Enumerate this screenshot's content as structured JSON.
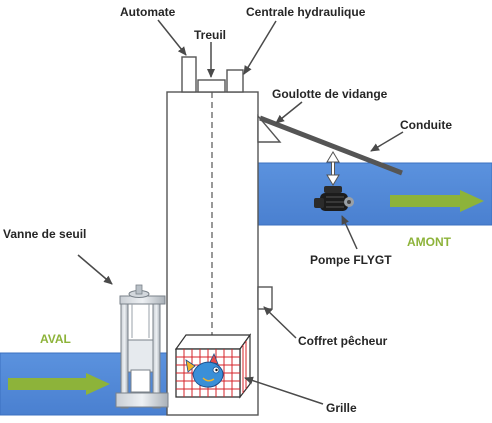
{
  "colors": {
    "water": "#4f86d6",
    "water_edge": "#3b70c0",
    "flow_arrow": "#8db33a",
    "green_text": "#8db33a",
    "label_text": "#262626",
    "structure_stroke": "#555555",
    "leader_arrow": "#4a4a4a",
    "grille_red": "#d6232a"
  },
  "labels": {
    "automate": "Automate",
    "centrale_hydraulique": "Centrale hydraulique",
    "treuil": "Treuil",
    "goulotte_de_vidange": "Goulotte de vidange",
    "conduite": "Conduite",
    "vanne_de_seuil": "Vanne de seuil",
    "amont": "AMONT",
    "pompe_flygt": "Pompe FLYGT",
    "aval": "AVAL",
    "coffret_pecheur": "Coffret pêcheur",
    "grille": "Grille"
  },
  "icons": {
    "pump": "pump-icon",
    "fish": "fish-icon",
    "sluice_gate": "sluice-gate-icon",
    "double_arrow": "vertical-double-arrow-icon"
  }
}
